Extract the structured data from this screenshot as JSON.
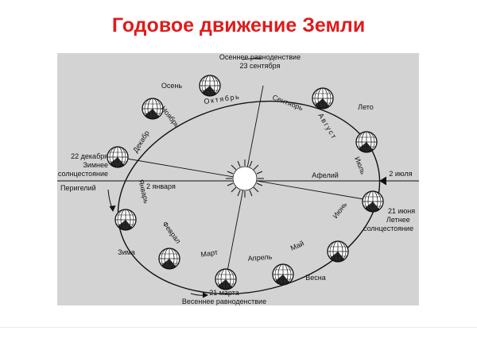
{
  "title": "Годовое движение Земли",
  "labels": {
    "autumn_equinox_line1": "Осеннее равноденствие",
    "autumn_equinox_line2": "23 сентября",
    "autumn": "Осень",
    "summer": "Лето",
    "winter": "Зима",
    "spring": "Весна",
    "winter_solstice_line1": "22 декабря",
    "winter_solstice_line2": "Зимнее",
    "winter_solstice_line3": "солнцестояние",
    "perihelion": "Перигелий",
    "perihelion_date": "2 января",
    "aphelion": "Афелий",
    "aphelion_date": "2 июля",
    "summer_solstice_line1": "21 июня",
    "summer_solstice_line2": "Летнее",
    "summer_solstice_line3": "солнцестояние",
    "spring_equinox_line1": "21 марта",
    "spring_equinox_line2": "Весеннее равноденствие"
  },
  "months": {
    "october": "Октябрь",
    "september": "Сентябрь",
    "november": "Ноябрь",
    "august": "Август",
    "december": "Декабрь",
    "july": "Июль",
    "january": "Январь",
    "june": "Июнь",
    "february": "Февраль",
    "may": "Май",
    "march": "Март",
    "april": "Апрель"
  },
  "colors": {
    "title": "#e01b1b",
    "figure_background": "#d3d3d3",
    "ink": "#111111"
  }
}
